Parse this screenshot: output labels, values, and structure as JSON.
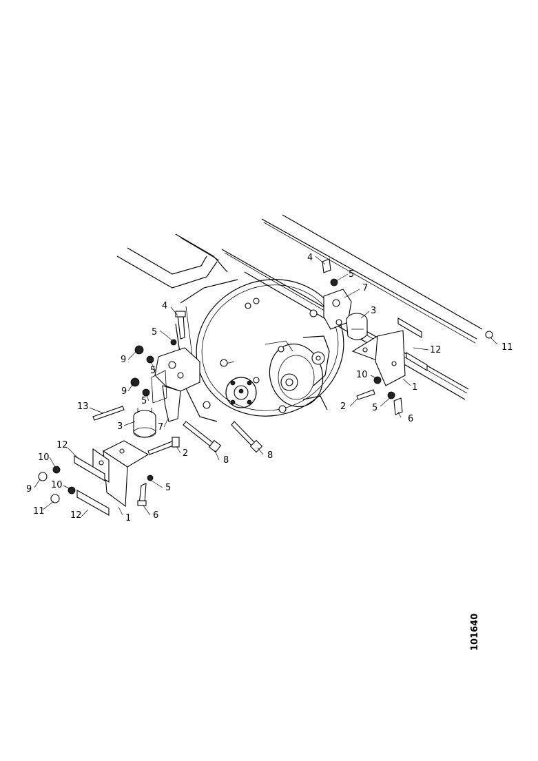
{
  "diagram": {
    "doc_number": "101640",
    "callouts": {
      "c4_top": "4",
      "c5_top": "5",
      "c7_top": "7",
      "c3_right": "3",
      "c11_right": "11",
      "c12_right": "12",
      "c10_right": "10",
      "c1_right": "1",
      "c2_right": "2",
      "c5_right": "5",
      "c6_right": "6",
      "c4_left": "4",
      "c5_left_a": "5",
      "c9_left_a": "9",
      "c5_left_b": "5",
      "c9_left_b": "9",
      "c5_left_c": "5",
      "c13": "13",
      "c3_left": "3",
      "c7_left": "7",
      "c12_left_top": "12",
      "c10_left_a": "10",
      "c9_left_c": "9",
      "c10_left_b": "10",
      "c11_left": "11",
      "c12_left_bottom": "12",
      "c1_left": "1",
      "c6_left": "6",
      "c5_left_d": "5",
      "c2_left": "2",
      "c8_a": "8",
      "c8_b": "8"
    }
  }
}
